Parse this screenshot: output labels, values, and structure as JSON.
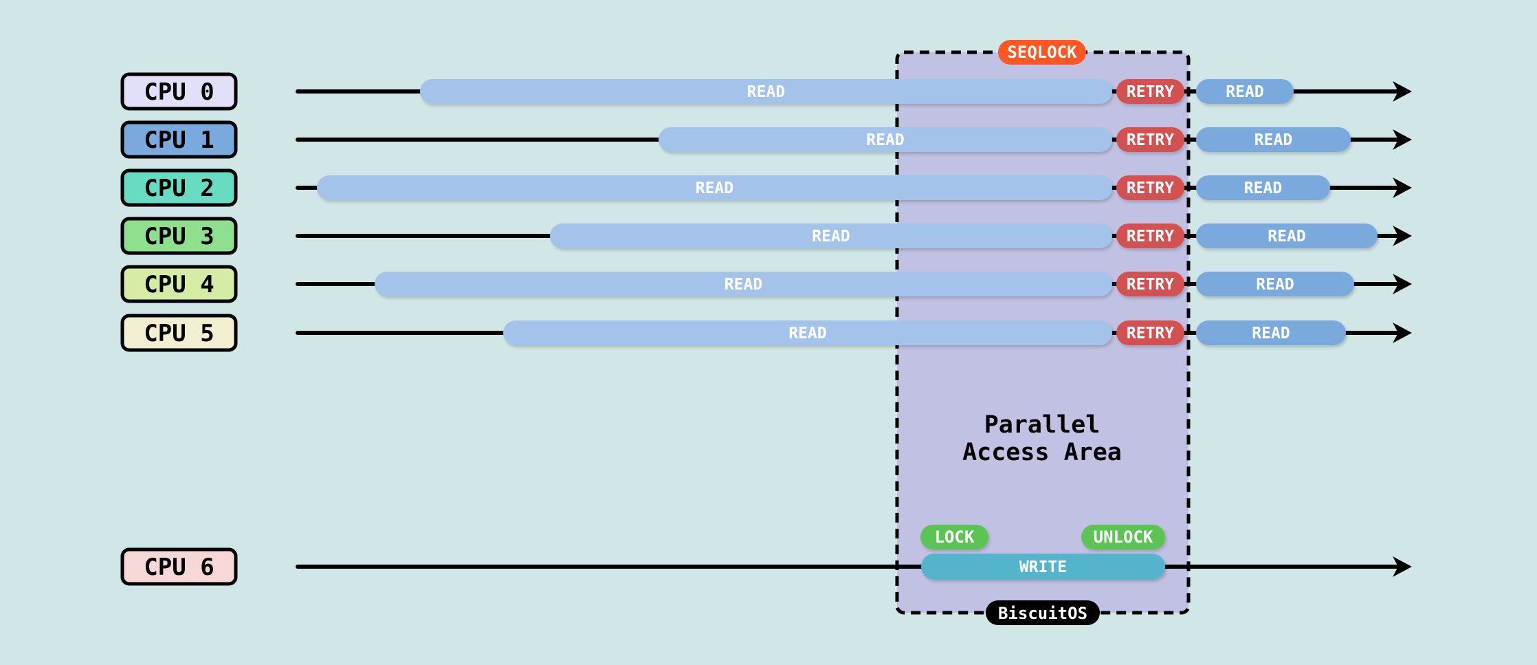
{
  "colors": {
    "background": "#d1e7e7",
    "line": "#000000",
    "read_before": "#a3c3ea",
    "read_after": "#7aaadd",
    "retry": "#d45151",
    "write": "#52b4cc",
    "lock": "#5cc452",
    "seqlock_badge": "#ff5722",
    "brand_badge": "#000000",
    "area_fill": "#c1c1e3"
  },
  "area": {
    "title": "SEQLOCK",
    "label_line1": "Parallel",
    "label_line2": "Access Area",
    "brand": "BiscuitOS"
  },
  "writer": {
    "label": "CPU 6",
    "color": "#f6d8d8",
    "write_label": "WRITE",
    "lock_label": "LOCK",
    "unlock_label": "UNLOCK"
  },
  "readers": [
    {
      "label": "CPU 0",
      "color": "#e2e0f8",
      "read_label": "READ",
      "retry_label": "RETRY",
      "read2_label": "READ"
    },
    {
      "label": "CPU 1",
      "color": "#7aaadd",
      "read_label": "READ",
      "retry_label": "RETRY",
      "read2_label": "READ"
    },
    {
      "label": "CPU 2",
      "color": "#68dcc2",
      "read_label": "READ",
      "retry_label": "RETRY",
      "read2_label": "READ"
    },
    {
      "label": "CPU 3",
      "color": "#8ee08e",
      "read_label": "READ",
      "retry_label": "RETRY",
      "read2_label": "READ"
    },
    {
      "label": "CPU 4",
      "color": "#d5eca5",
      "read_label": "READ",
      "retry_label": "RETRY",
      "read2_label": "READ"
    },
    {
      "label": "CPU 5",
      "color": "#f3efd3",
      "read_label": "READ",
      "retry_label": "RETRY",
      "read2_label": "READ"
    }
  ]
}
